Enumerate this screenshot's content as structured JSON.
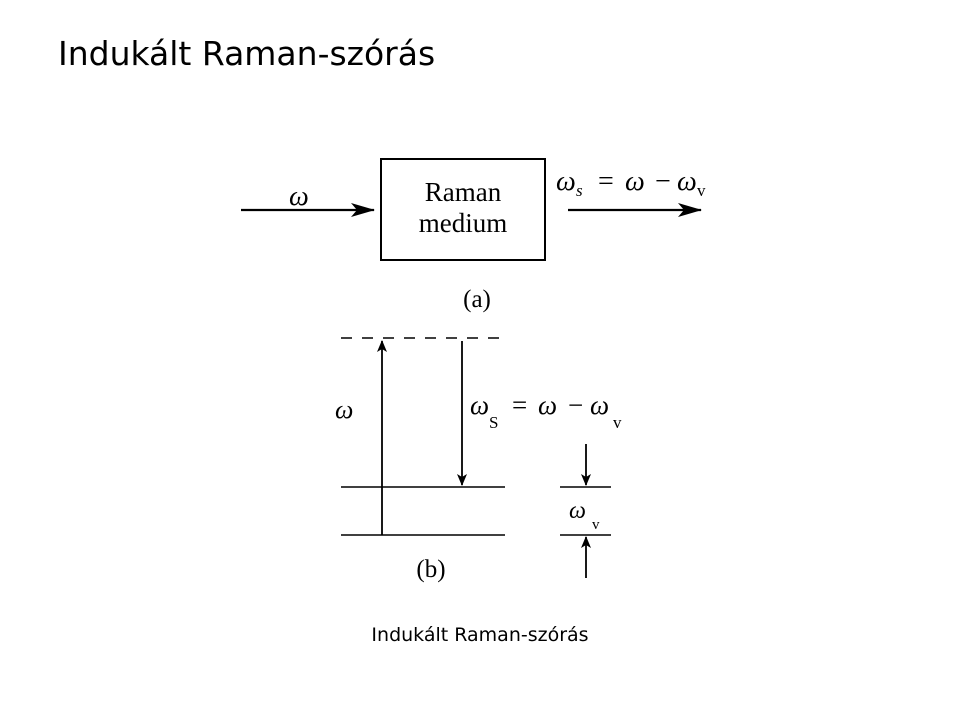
{
  "slide": {
    "title": "Indukált Raman-szórás",
    "caption": "Indukált Raman-szórás"
  },
  "diagram_a": {
    "input_label": "ω",
    "box_line1": "Raman",
    "box_line2": "medium",
    "output_omega_s": "ω",
    "output_s_sub": "s",
    "output_equals": "=",
    "output_omega": "ω",
    "output_minus": "−",
    "output_omega_v": "ω",
    "output_v_sub": "v",
    "panel_label": "(a)"
  },
  "diagram_b": {
    "pump_label": "ω",
    "stokes_omega": "ω",
    "stokes_sub": "S",
    "equals": "=",
    "omega": "ω",
    "minus": "−",
    "omega_v": "ω",
    "v_sub": "v",
    "gap_omega": "ω",
    "gap_sub": "v",
    "panel_label": "(b)"
  }
}
